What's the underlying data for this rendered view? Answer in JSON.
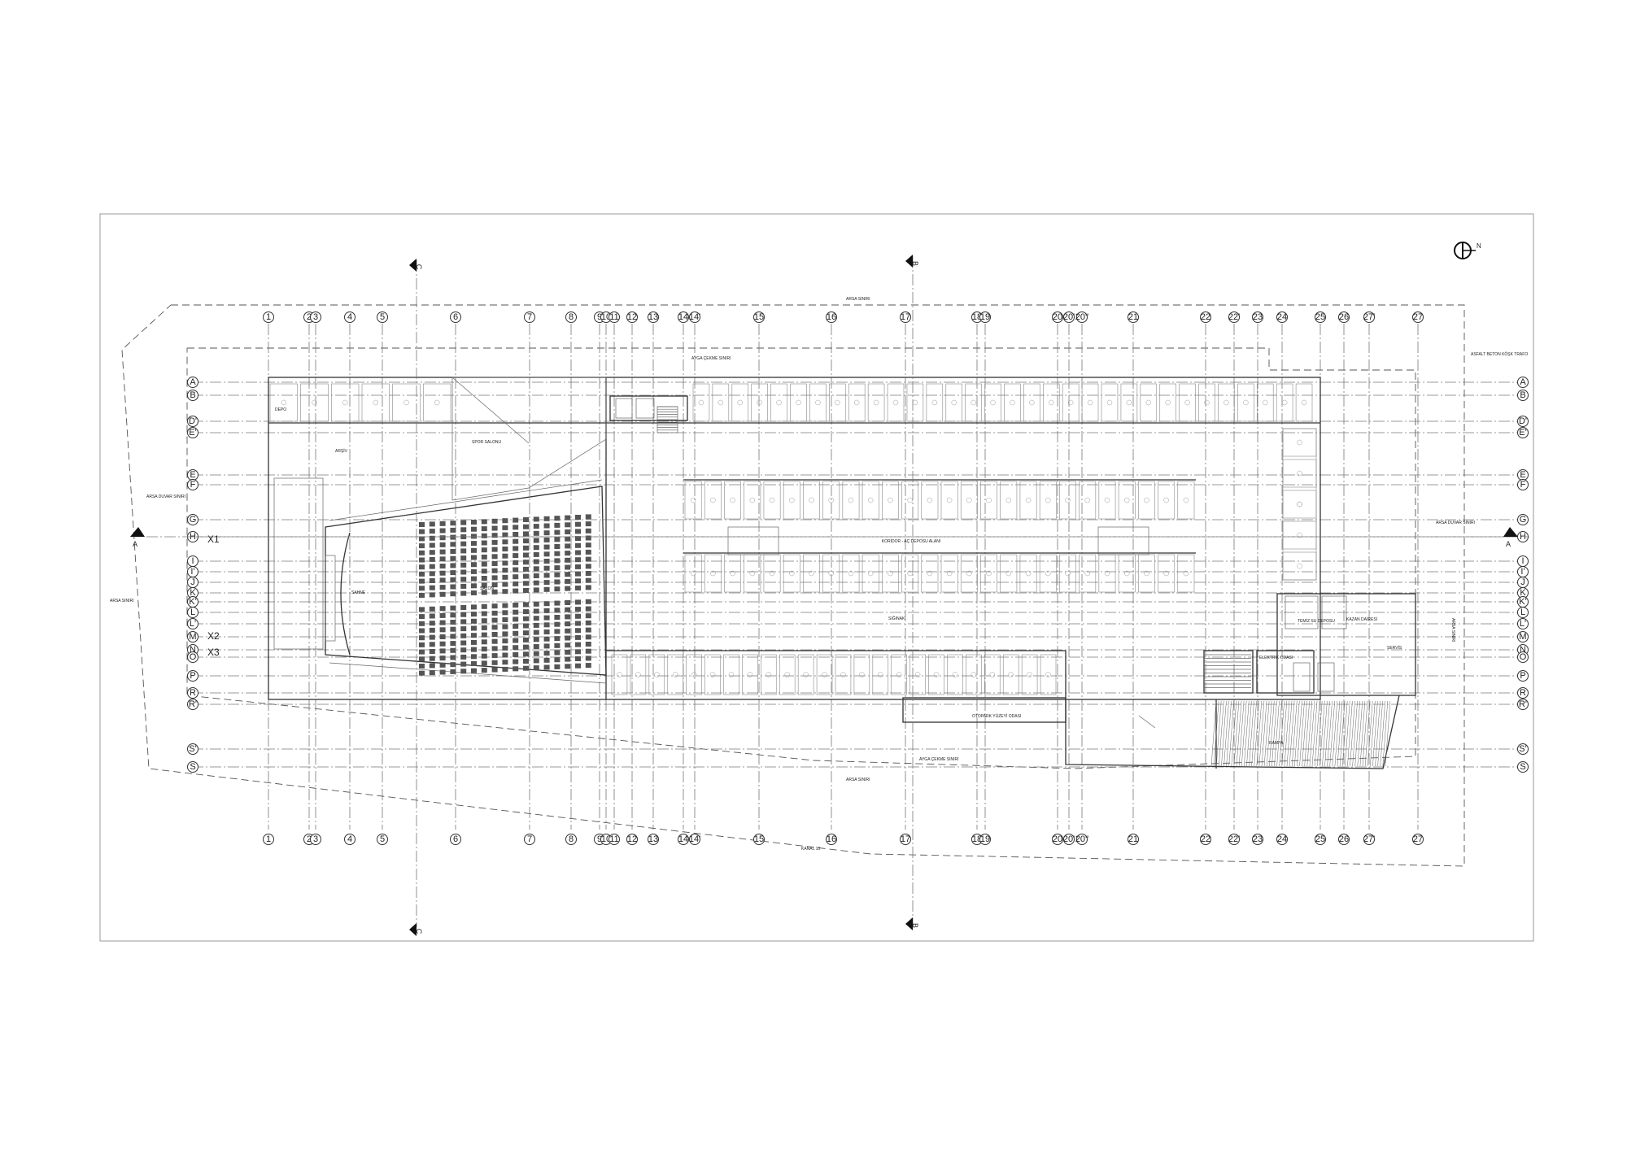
{
  "drawing": {
    "column_axes": [
      "1",
      "2",
      "3",
      "4",
      "5",
      "6",
      "7",
      "8",
      "9",
      "10",
      "11",
      "12",
      "13",
      "14",
      "14'",
      "15",
      "16",
      "17",
      "18",
      "19",
      "20",
      "20'",
      "20''",
      "21",
      "22",
      "22'",
      "23",
      "24",
      "25",
      "26",
      "27'",
      "27"
    ],
    "row_axes": [
      "A",
      "B",
      "D'",
      "E'",
      "E",
      "F",
      "G",
      "H",
      "I",
      "I'",
      "J",
      "K",
      "K'",
      "L",
      "L'",
      "M",
      "N",
      "O",
      "P",
      "R",
      "R'",
      "S'",
      "S"
    ],
    "extra_axes": [
      "X1",
      "X2",
      "X3"
    ],
    "section_markers": [
      "A",
      "B",
      "C"
    ],
    "north_mark": "N",
    "site_labels": {
      "boundary_top": "ARSA SINIRI",
      "setback_top": "AYGA ÇEKME SINIRI",
      "boundary_bottom": "ARSA SINIRI",
      "setback_bottom": "AYGA ÇEKME SINIRI",
      "left_boundary": "ARSA SINIRI",
      "left_wall": "ARSA DUVAR SINIRI",
      "right_wall": "ARSA DUVAR SINIRI",
      "canal": "KANAL 10",
      "right_top_note": "ASFALT BETON KÖŞK TRAFO",
      "right_side": "ARSA SINIRI"
    },
    "room_labels": {
      "corridor": "KORİDOR - AÇ DEPOSU ALANI",
      "hall": "SALON",
      "stage": "SAHNE",
      "sports": "SPOR SALONU",
      "parking": "OTOPARK YÜZEYİ ODASI",
      "ramp": "RAMPA",
      "shelter": "SIĞINAK",
      "clean_water": "TEMİZ SU DEPOSU",
      "service": "SERVİS",
      "boiler": "KAZAN DAİRESİ",
      "electric": "ELEKTRİK ODASI",
      "archive": "ARŞİV",
      "storage": "DEPO"
    }
  }
}
